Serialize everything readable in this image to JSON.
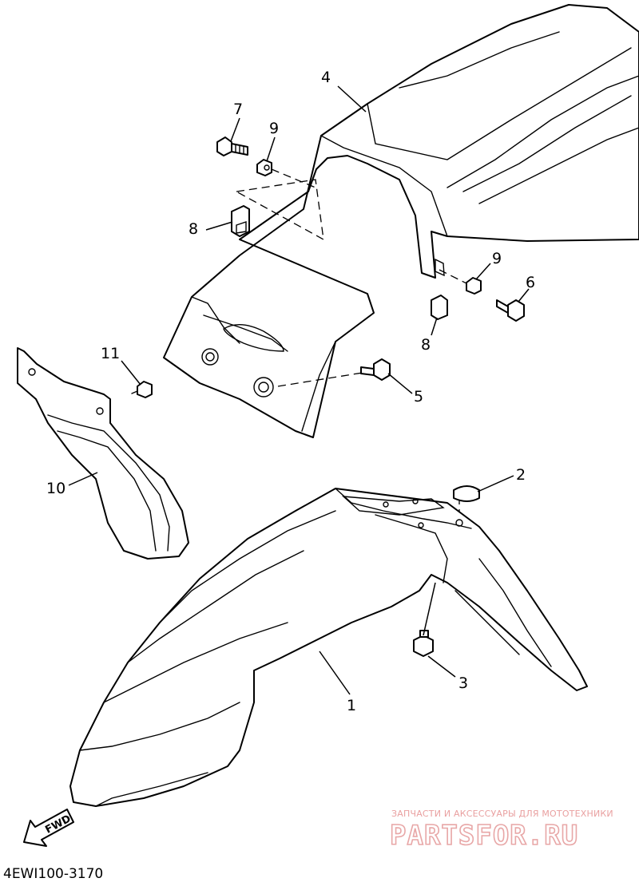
{
  "callouts": {
    "c1": "1",
    "c2": "2",
    "c3": "3",
    "c4": "4",
    "c5": "5",
    "c6": "6",
    "c7": "7",
    "c8a": "8",
    "c8b": "8",
    "c9a": "9",
    "c9b": "9",
    "c10": "10",
    "c11": "11"
  },
  "direction_label": "FWD",
  "diagram_code": "4EWI100-3170",
  "watermark": {
    "caption": "ЗАПЧАСТИ И АКСЕССУАРЫ ДЛЯ МОТОТЕХНИКИ",
    "brand": "PARTSFOR.RU"
  },
  "colors": {
    "line": "#000000",
    "background": "#ffffff",
    "watermark": "#e9a0a0"
  }
}
